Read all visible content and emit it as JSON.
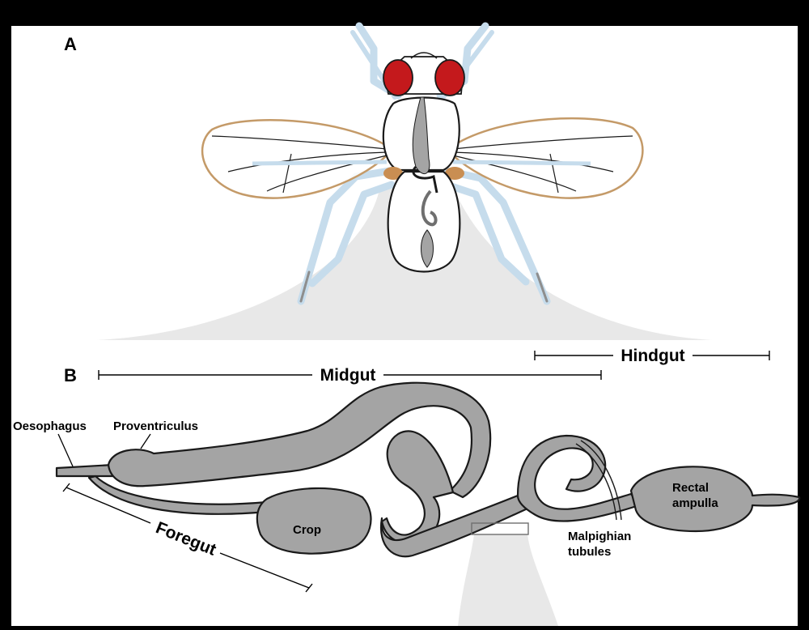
{
  "panels": {
    "a_label": "A",
    "b_label": "B"
  },
  "segments": {
    "midgut": "Midgut",
    "hindgut": "Hindgut",
    "foregut": "Foregut"
  },
  "parts": {
    "oesophagus": "Oesophagus",
    "proventriculus": "Proventriculus",
    "crop": "Crop",
    "rectal_ampulla_line1": "Rectal",
    "rectal_ampulla_line2": "ampulla",
    "malpighian_line1": "Malpighian",
    "malpighian_line2": "tubules"
  },
  "colors": {
    "gut_fill": "#a4a4a4",
    "eye": "#c4191c",
    "leg": "#c6dcec",
    "wing_outline": "#c49a68",
    "halter": "#c98e52",
    "background_shadow": "#e8e8e8"
  }
}
